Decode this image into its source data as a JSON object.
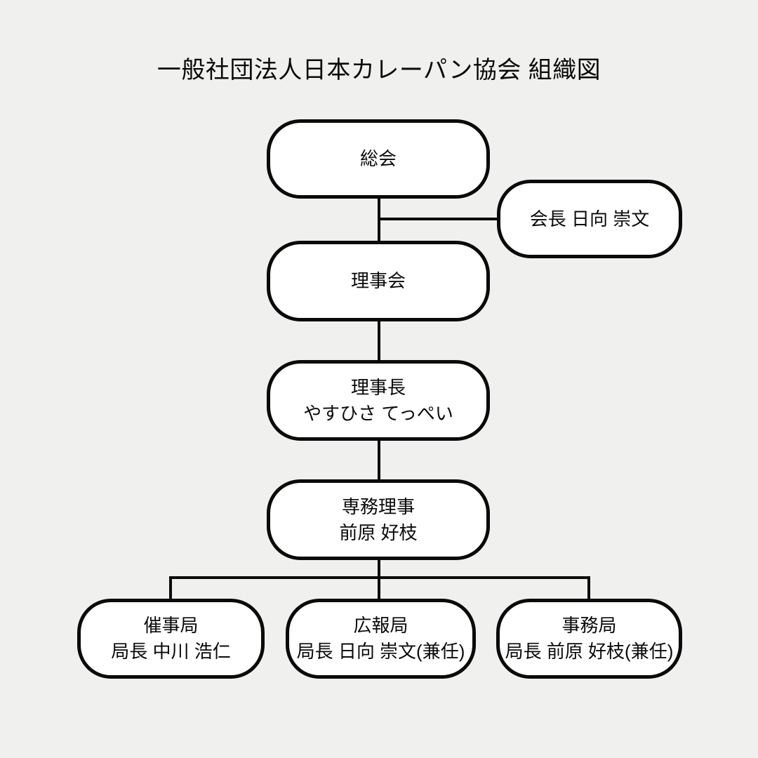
{
  "page": {
    "title": "一般社団法人日本カレーパン協会 組織図"
  },
  "colors": {
    "background": "#f0f0ee",
    "node_fill": "#ffffff",
    "stroke": "#0a0a0a",
    "text": "#0a0a0a"
  },
  "nodes": {
    "general_assembly": {
      "line1": "総会"
    },
    "chairman": {
      "line1": "会長 日向 崇文"
    },
    "board": {
      "line1": "理事会"
    },
    "president": {
      "line1": "理事長",
      "line2": "やすひさ てっぺい"
    },
    "executive_director": {
      "line1": "専務理事",
      "line2": "前原 好枝"
    },
    "events_bureau": {
      "line1": "催事局",
      "line2": "局長 中川 浩仁"
    },
    "pr_bureau": {
      "line1": "広報局",
      "line2": "局長 日向 崇文(兼任)"
    },
    "secretariat": {
      "line1": "事務局",
      "line2": "局長 前原 好枝(兼任)"
    }
  },
  "edges": [
    {
      "from": "general_assembly",
      "to": "board"
    },
    {
      "from": "general_assembly",
      "to": "chairman",
      "type": "side_branch"
    },
    {
      "from": "board",
      "to": "president"
    },
    {
      "from": "president",
      "to": "executive_director"
    },
    {
      "from": "executive_director",
      "to": "events_bureau"
    },
    {
      "from": "executive_director",
      "to": "pr_bureau"
    },
    {
      "from": "executive_director",
      "to": "secretariat"
    }
  ]
}
